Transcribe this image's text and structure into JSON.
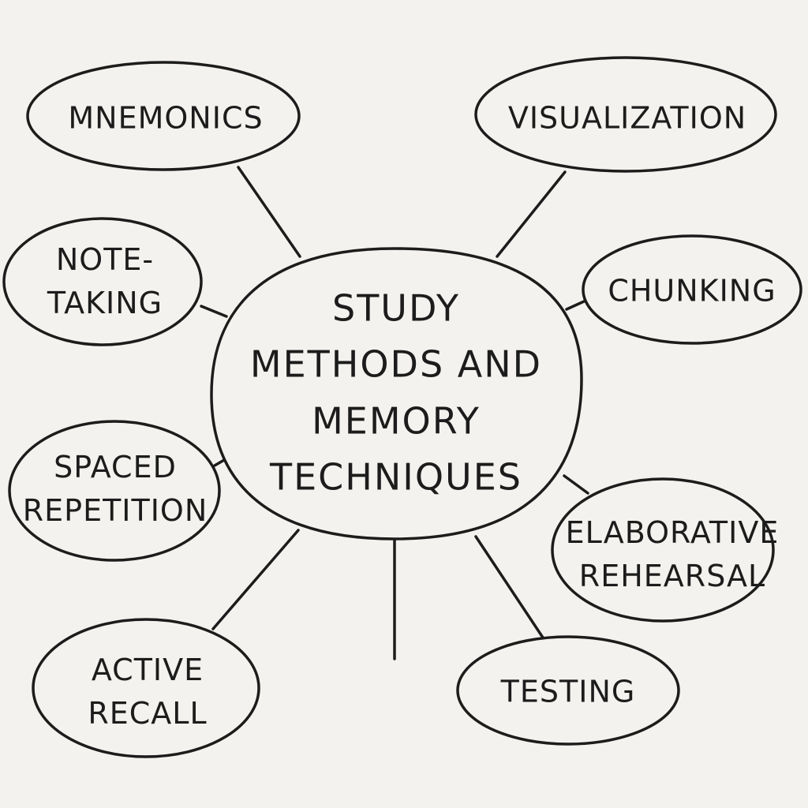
{
  "central_topic": {
    "lines": [
      "Study",
      "Methods and",
      "Memory",
      "Techniques"
    ]
  },
  "nodes": [
    {
      "id": "mnemonics",
      "lines": [
        "Mnemonics"
      ]
    },
    {
      "id": "visualization",
      "lines": [
        "Visualization"
      ]
    },
    {
      "id": "note-taking",
      "lines": [
        "Note-",
        "Taking"
      ]
    },
    {
      "id": "chunking",
      "lines": [
        "Chunking"
      ]
    },
    {
      "id": "spaced-repetition",
      "lines": [
        "Spaced",
        "Repetition"
      ]
    },
    {
      "id": "elaborative-rehearsal",
      "lines": [
        "Elaborative",
        "Rehearsal"
      ]
    },
    {
      "id": "active-recall",
      "lines": [
        "Active",
        "Recall"
      ]
    },
    {
      "id": "testing",
      "lines": [
        "Testing"
      ]
    }
  ],
  "colors": {
    "background": "#f3f2ee",
    "stroke": "#1c1c1c"
  }
}
